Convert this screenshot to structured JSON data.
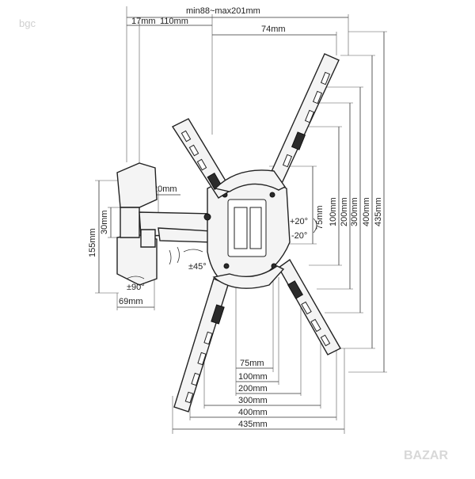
{
  "watermark": {
    "top_left": "bgc",
    "bottom_right": "BAZAR"
  },
  "labels": {
    "top_range": "min88~max201mm",
    "d17": "17mm",
    "d110": "110mm",
    "d74": "74mm",
    "d20": "20mm",
    "d30": "30mm",
    "d155": "155mm",
    "d69": "69mm",
    "rot90": "±90°",
    "rot45": "±45°",
    "tilt_up": "+20°",
    "tilt_down": "-20°",
    "v75": "75mm",
    "v100": "100mm",
    "v200": "200mm",
    "v300": "300mm",
    "v400": "400mm",
    "v435": "435mm",
    "h75": "75mm",
    "h100": "100mm",
    "h200": "200mm",
    "h300": "300mm",
    "h400": "400mm",
    "h435": "435mm"
  }
}
